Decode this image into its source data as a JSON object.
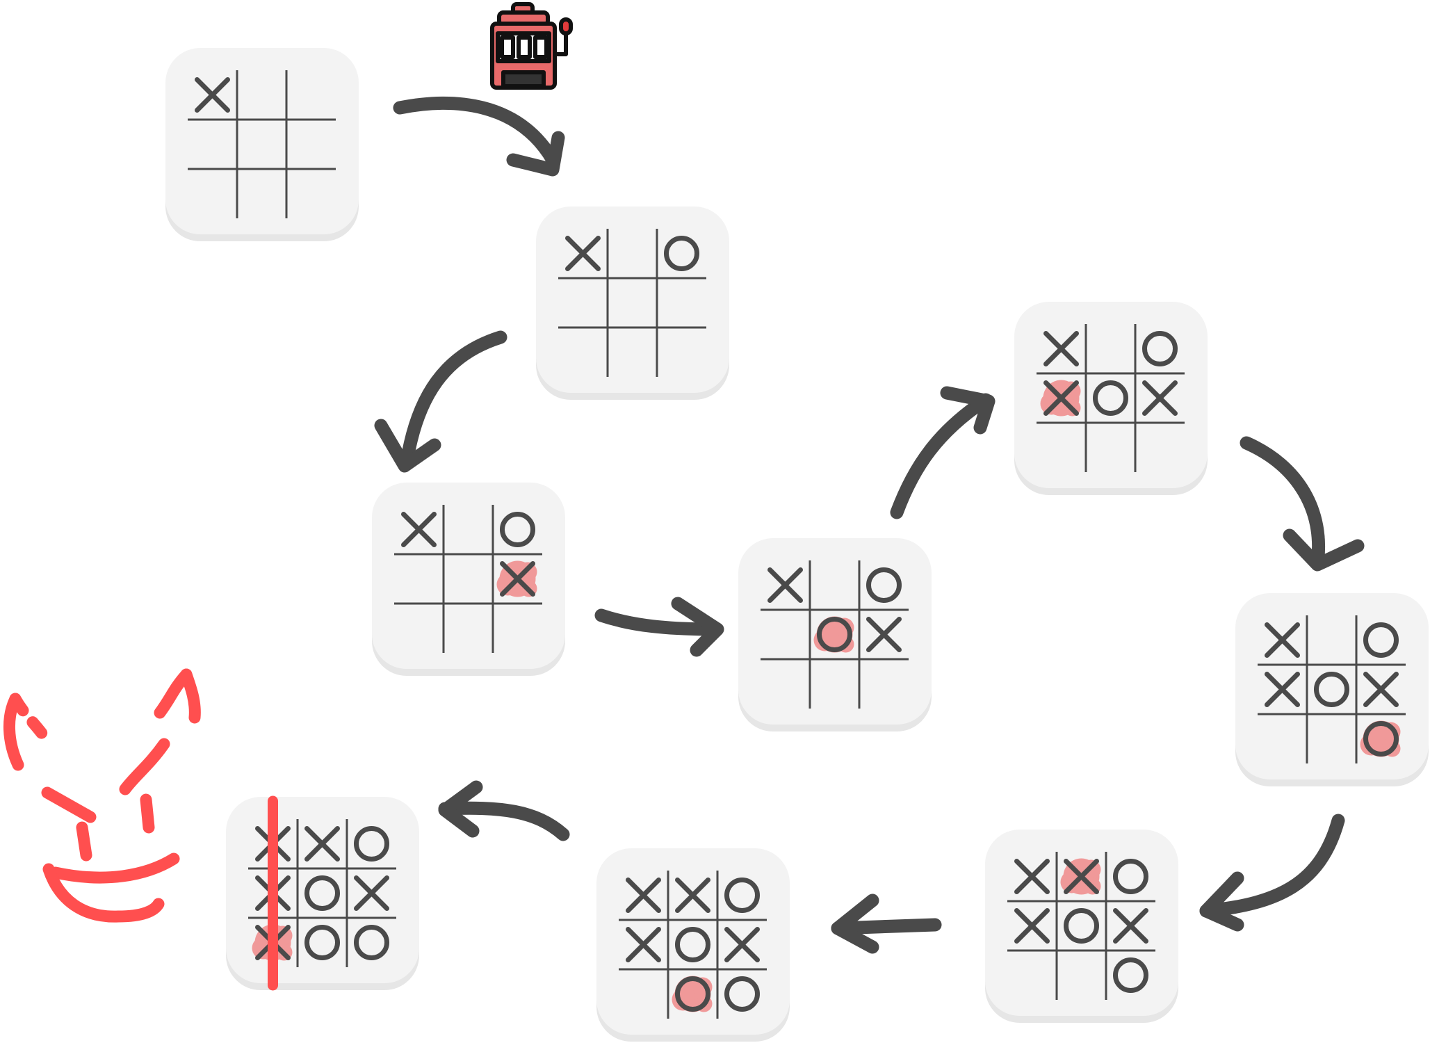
{
  "colors": {
    "ink": "#4a4a4a",
    "card": "#f3f3f3",
    "card_shadow": "#e6e6e6",
    "highlight": "#ef7b7b",
    "accent_red": "#ff4f4f",
    "machine_red": "#e86a6a"
  },
  "icons": {
    "slot_machine": "slot-machine-icon",
    "devil_face": "devil-face-doodle",
    "arrow": "curved-arrow"
  },
  "sequence": [
    {
      "cells": [
        "X",
        "",
        "",
        "",
        "",
        "",
        "",
        "",
        ""
      ],
      "highlight": -1
    },
    {
      "cells": [
        "X",
        "",
        "O",
        "",
        "",
        "",
        "",
        "",
        ""
      ],
      "highlight": -1
    },
    {
      "cells": [
        "X",
        "",
        "O",
        "",
        "",
        "X",
        "",
        "",
        ""
      ],
      "highlight": 5
    },
    {
      "cells": [
        "X",
        "",
        "O",
        "",
        "O",
        "X",
        "",
        "",
        ""
      ],
      "highlight": 4
    },
    {
      "cells": [
        "X",
        "",
        "O",
        "X",
        "O",
        "X",
        "",
        "",
        ""
      ],
      "highlight": 3
    },
    {
      "cells": [
        "X",
        "",
        "O",
        "X",
        "O",
        "X",
        "",
        "",
        "O"
      ],
      "highlight": 8
    },
    {
      "cells": [
        "X",
        "X",
        "O",
        "X",
        "O",
        "X",
        "",
        "",
        "O"
      ],
      "highlight": 1
    },
    {
      "cells": [
        "X",
        "X",
        "O",
        "X",
        "O",
        "X",
        "",
        "O",
        "O"
      ],
      "highlight": 7
    },
    {
      "cells": [
        "X",
        "X",
        "O",
        "X",
        "O",
        "X",
        "X",
        "O",
        "O"
      ],
      "highlight": 6,
      "winning_column": 0
    }
  ]
}
